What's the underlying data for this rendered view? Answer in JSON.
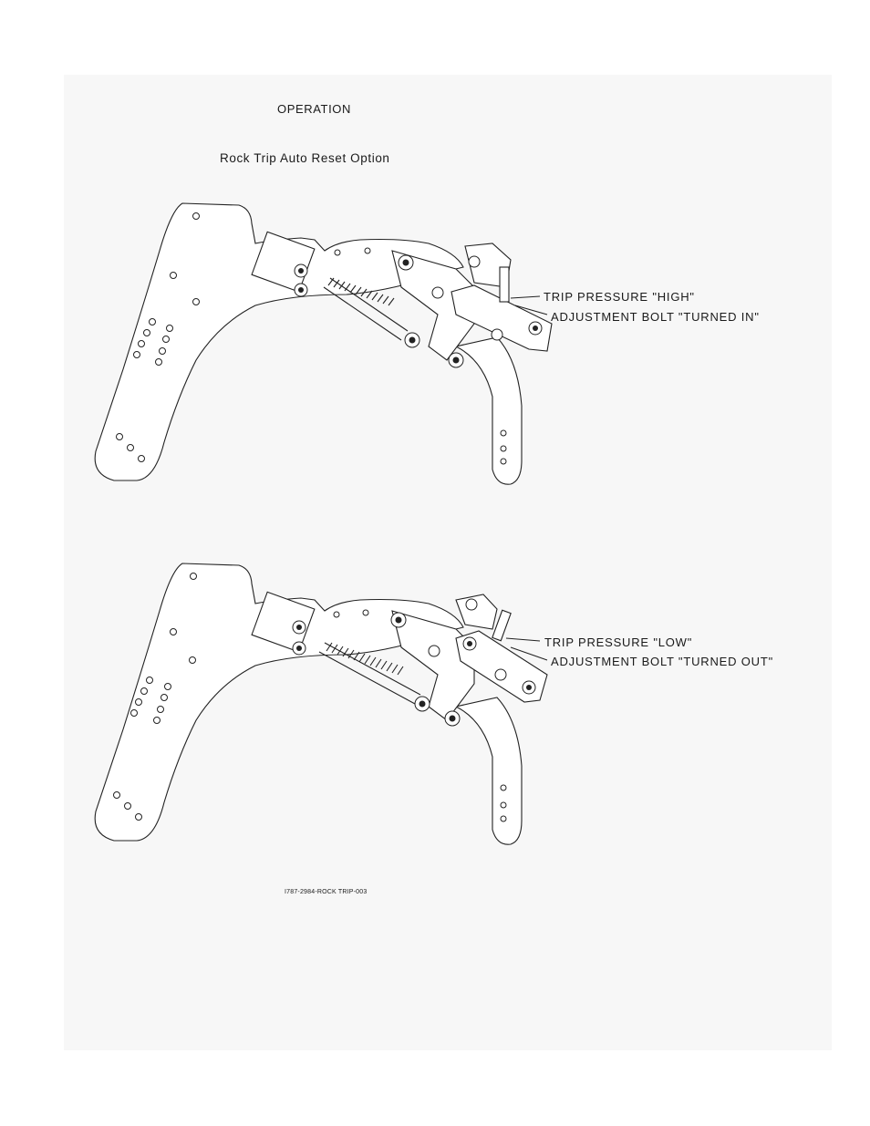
{
  "page": {
    "heading": "OPERATION",
    "subheading": "Rock Trip Auto Reset Option",
    "drawing_number": "I787-2984-ROCK TRIP-003"
  },
  "figures": [
    {
      "callout_line1": "TRIP PRESSURE \"HIGH\"",
      "callout_line2": "ADJUSTMENT BOLT \"TURNED IN\""
    },
    {
      "callout_line1": "TRIP PRESSURE \"LOW\"",
      "callout_line2": "ADJUSTMENT BOLT \"TURNED OUT\""
    }
  ]
}
